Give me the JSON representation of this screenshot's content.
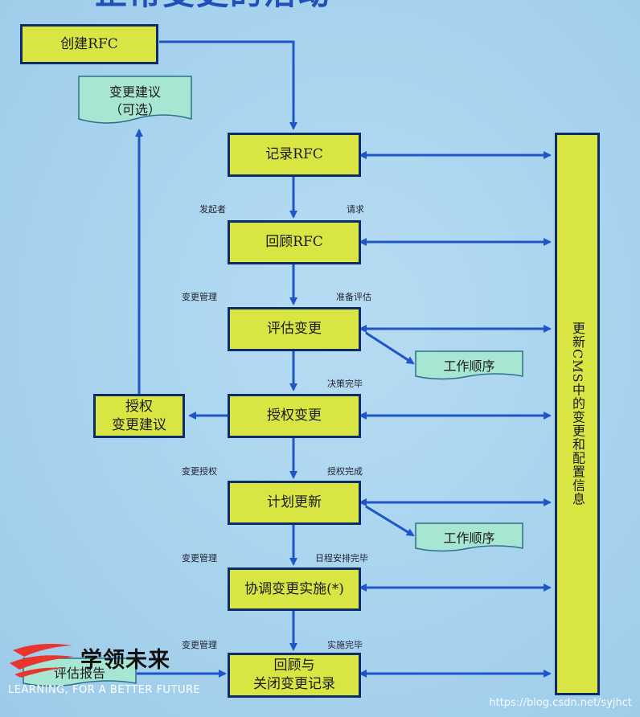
{
  "title": {
    "text": "正常变更的活动"
  },
  "boxes": {
    "create_rfc": "创建RFC",
    "record_rfc": "记录RFC",
    "review_rfc": "回顾RFC",
    "assess_change": "评估变更",
    "authorize_change": "授权变更",
    "authorize_proposal": "授权\n变更建议",
    "plan_update": "计划更新",
    "coordinate": "协调变更实施(*)",
    "review_close": "回顾与\n关闭变更记录"
  },
  "documents": {
    "change_proposal": "变更建议\n（可选）",
    "work_order_1": "工作顺序",
    "work_order_2": "工作顺序",
    "eval_report": "评估报告"
  },
  "cms_bar": "更新CMS中的变更和配置信息",
  "labels": {
    "initiator": "发起者",
    "request": "请求",
    "change_mgmt_1": "变更管理",
    "ready_assess": "准备评估",
    "decision_done": "决策完毕",
    "change_auth": "变更授权",
    "auth_done": "授权完成",
    "change_mgmt_2": "变更管理",
    "schedule_done": "日程安排完毕",
    "change_mgmt_3": "变更管理",
    "impl_done": "实施完毕"
  },
  "brand": {
    "name": "学领未来",
    "tagline": "LEARNING, FOR A BETTER FUTURE"
  },
  "watermark": "https://blog.csdn.net/syjhct",
  "colors": {
    "box_fill": "#d8e543",
    "box_border": "#0e2c6a",
    "arrow": "#1e55c8",
    "doc_fill": "#a8e6d4",
    "background": "#a8d3ee"
  }
}
